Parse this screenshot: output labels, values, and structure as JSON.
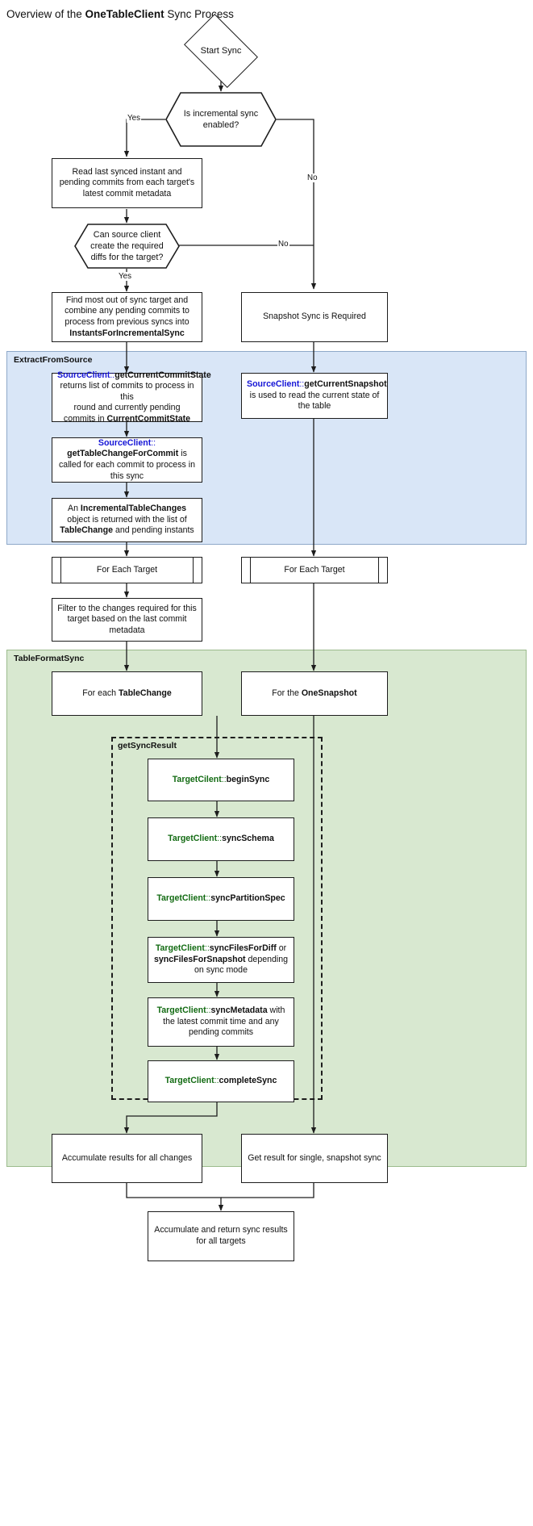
{
  "title": {
    "prefix": "Overview of the ",
    "bold": "OneTableClient",
    "suffix": " Sync Process"
  },
  "clusters": [
    {
      "id": "extract",
      "label": "ExtractFromSource",
      "color": "#d9e6f7"
    },
    {
      "id": "tableformat",
      "label": "TableFormatSync",
      "color": "#d8e8d0"
    },
    {
      "id": "getsyncresult",
      "label": "getSyncResult",
      "color": "transparent"
    }
  ],
  "nodes": {
    "start": {
      "label": "Start Sync",
      "shape": "diamond"
    },
    "incremental_decision": {
      "label": "Is incremental sync enabled?",
      "shape": "hexagon"
    },
    "read_last_synced": {
      "label": "Read last synced instant and pending commits from each target's latest commit metadata",
      "shape": "rect"
    },
    "can_create_diffs": {
      "label": "Can source client create the required diffs for the target?",
      "shape": "hexagon"
    },
    "find_most_out_of_sync": {
      "shape": "rect",
      "line1": "Find most out of sync target and",
      "line2": "combine any pending commits to",
      "line3": "process from previous syncs into",
      "bold": "InstantsForIncrementalSync"
    },
    "snapshot_required": {
      "label": "Snapshot Sync is Required",
      "shape": "rect"
    },
    "get_current_commit_state": {
      "shape": "rect",
      "cls": "SourceClient",
      "sep": "::",
      "method": "getCurrentCommitState",
      "body1": "returns list of commits to process in this",
      "body2": "round and currently pending",
      "body3": "commits in ",
      "bold": "CurrentCommitState"
    },
    "get_current_snapshot": {
      "shape": "rect",
      "cls": "SourceClient",
      "sep": "::",
      "method": "getCurrentSnapshot",
      "body": " is used to read the current state of the table"
    },
    "get_table_change_for_commit": {
      "shape": "rect",
      "cls": "SourceClient",
      "sep": "::",
      "method": "getTableChangeForCommit",
      "body": " is called for each commit to process in this sync"
    },
    "incremental_table_changes": {
      "shape": "rect",
      "pre": "An ",
      "bold1": "IncrementalTableChanges",
      "mid": " object is returned with the list of ",
      "bold2": "TableChange",
      "post": " and pending instants"
    },
    "for_each_target_left": {
      "label": "For Each Target",
      "shape": "subroutine"
    },
    "for_each_target_right": {
      "label": "For Each Target",
      "shape": "subroutine"
    },
    "filter_changes": {
      "label": "Filter to the changes required for this target based on the last commit metadata",
      "shape": "rect"
    },
    "for_each_tablechange": {
      "shape": "rect",
      "pre": "For each ",
      "bold": "TableChange"
    },
    "for_the_onesnapshot": {
      "shape": "rect",
      "pre": "For the ",
      "bold": "OneSnapshot"
    },
    "begin_sync": {
      "shape": "rect",
      "cls": "TargetCilent",
      "sep": "::",
      "method": "beginSync"
    },
    "sync_schema": {
      "shape": "rect",
      "cls": "TargetClient",
      "sep": "::",
      "method": "syncSchema"
    },
    "sync_partition_spec": {
      "shape": "rect",
      "cls": "TargetClient",
      "sep": "::",
      "method": "syncPartitionSpec"
    },
    "sync_files": {
      "shape": "rect",
      "cls": "TargetClient",
      "sep": "::",
      "method": "syncFilesForDiff",
      "mid": " or ",
      "bold2": "syncFilesForSnapshot",
      "post": " depending on sync mode"
    },
    "sync_metadata": {
      "shape": "rect",
      "cls": "TargetClient",
      "sep": "::",
      "method": "syncMetadata",
      "post": " with the latest commit time and any pending commits"
    },
    "complete_sync": {
      "shape": "rect",
      "cls": "TargetClient",
      "sep": "::",
      "method": "completeSync"
    },
    "accumulate_results": {
      "label": "Accumulate results for all changes",
      "shape": "rect"
    },
    "get_result_single": {
      "label": "Get result for single, snapshot sync",
      "shape": "rect"
    },
    "accumulate_return": {
      "label": "Accumulate and return sync results for all targets",
      "shape": "rect"
    }
  },
  "edge_labels": {
    "yes_incremental": "Yes",
    "no_incremental": "No",
    "no_diffs": "No",
    "yes_diffs": "Yes"
  },
  "colors": {
    "source_client": "#1515d6",
    "target_client": "#136b13",
    "extract_bg": "#d9e6f7",
    "tableformat_bg": "#d8e8d0",
    "stroke": "#1d1d1d"
  }
}
